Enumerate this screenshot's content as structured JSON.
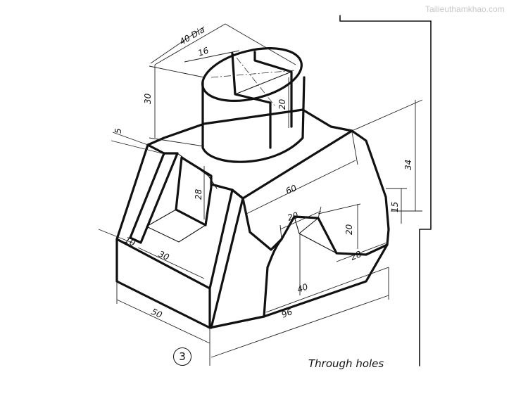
{
  "watermark": "Tailieuthamkhao.com",
  "caption": "Through holes",
  "figure_number": "3",
  "dimensions": {
    "d40dia": "40 Dia",
    "d16": "16",
    "d30": "30",
    "d20_slot": "20",
    "d5": "5",
    "d28_pocket": "28",
    "d60": "60",
    "d34": "34",
    "d15": "15",
    "d20_notch_w": "20",
    "d20_notch_h": "20",
    "d28_step": "28",
    "d10": "10",
    "d30_pocket": "30",
    "d40": "40",
    "d50": "50",
    "d96": "96"
  }
}
